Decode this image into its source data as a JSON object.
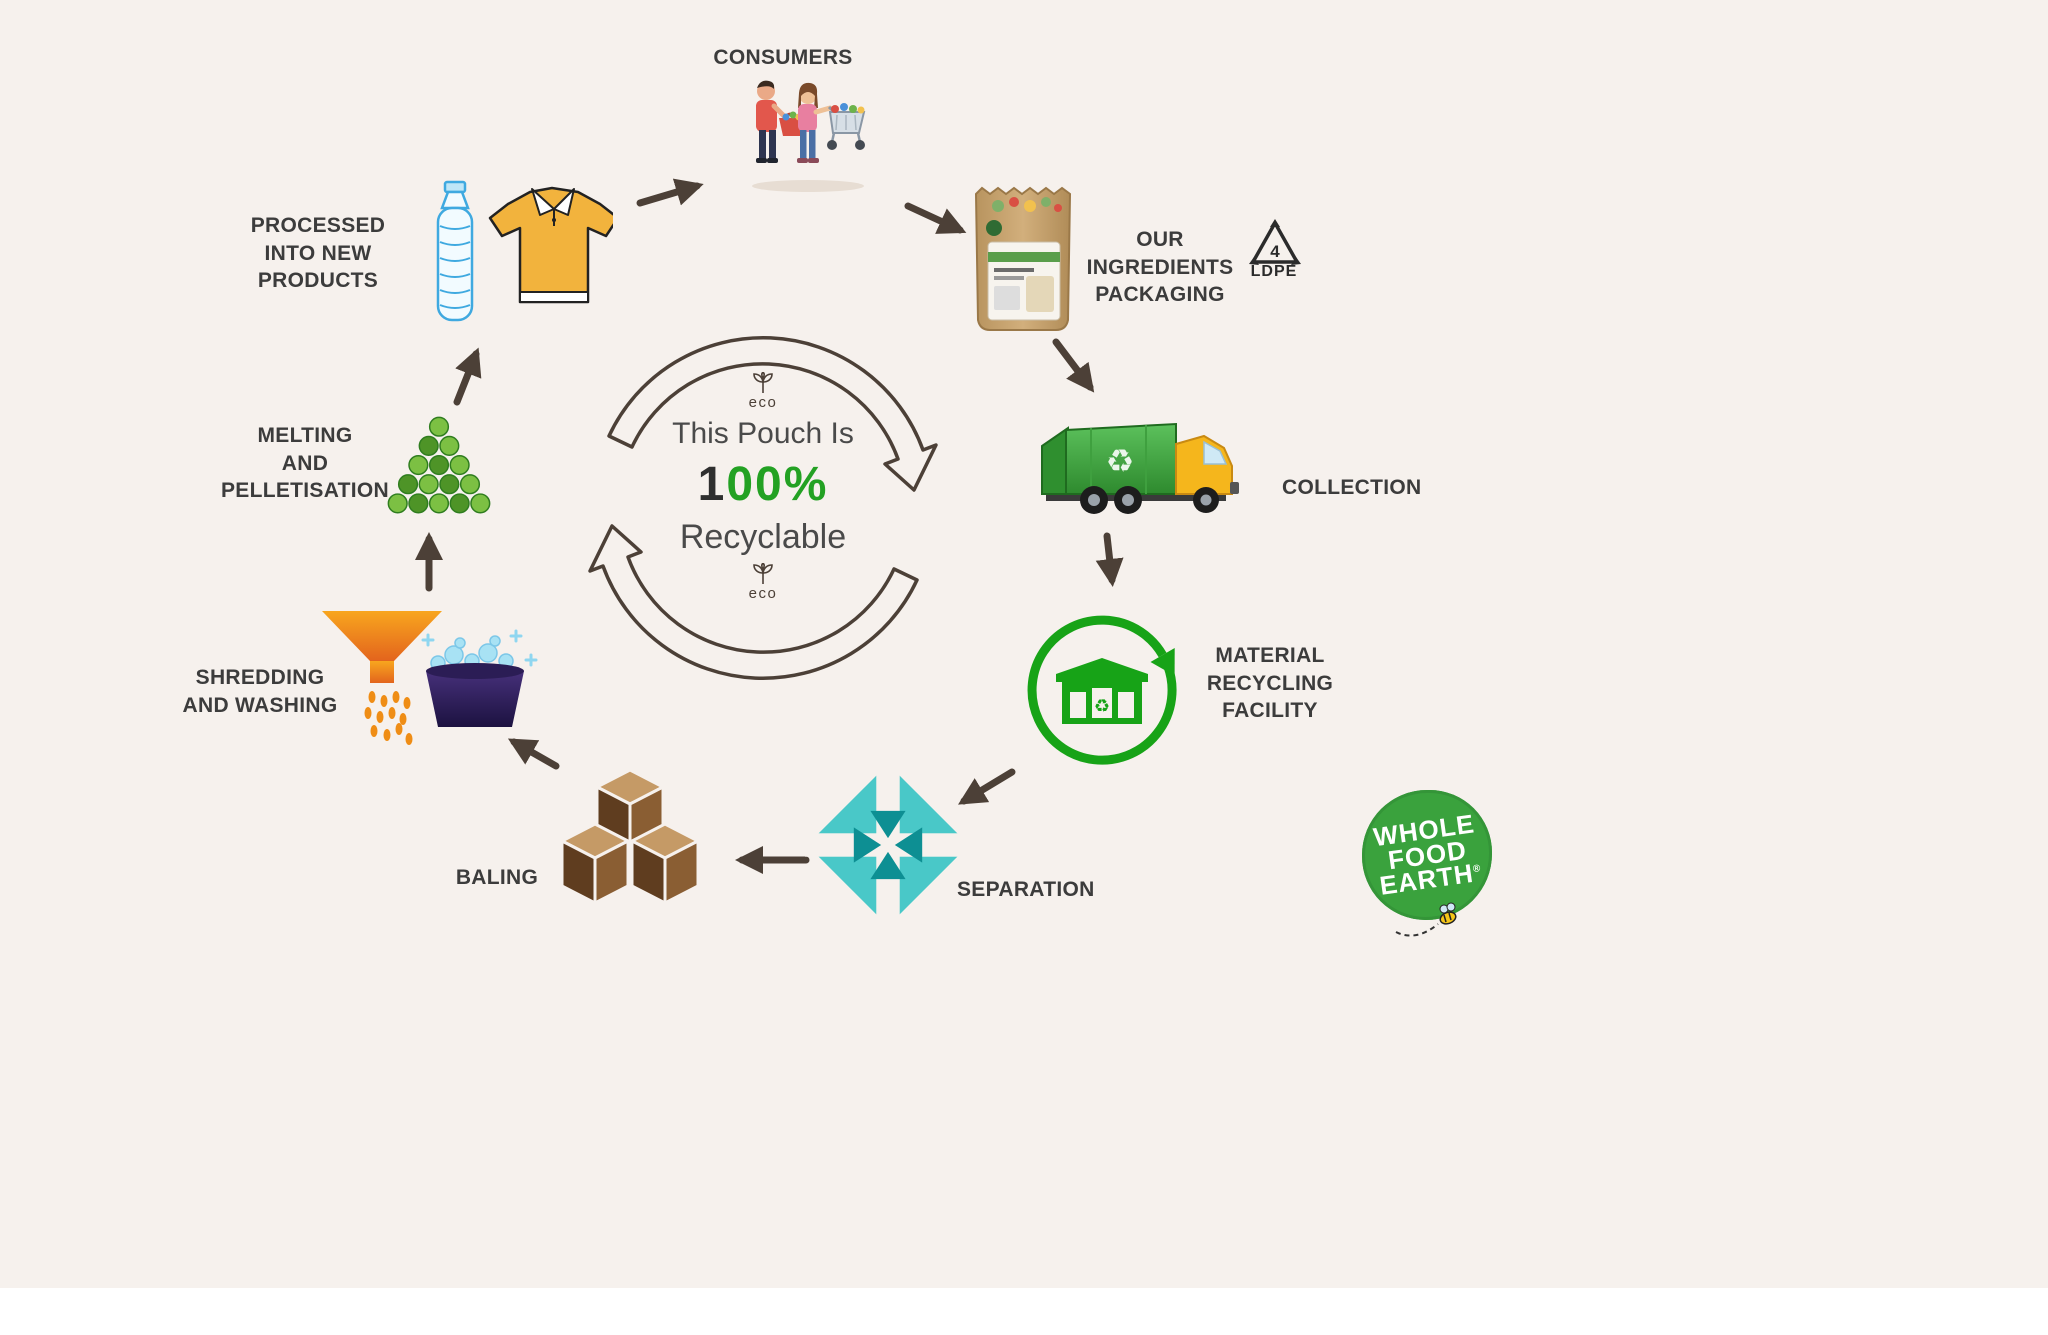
{
  "title": "This Pouch Is 100% Recyclable - packaging recycling cycle diagram",
  "colors": {
    "background": "#f6f1ed",
    "label_text": "#3c3c3c",
    "arrow": "#4c4037",
    "accent_green": "#23a123",
    "teal": "#49c8c8",
    "teal_dark": "#0d8f93",
    "brown": "#5f3d1f",
    "orange": "#ef8d15",
    "truck_green": "#46a546",
    "cab_yellow": "#f5b61c",
    "pouch_kraft": "#c9a875",
    "logo_green": "#3aa23d"
  },
  "center": {
    "eco_top": "eco",
    "line1": "This Pouch Is",
    "pct_1": "1",
    "pct_00": "00",
    "pct_sign": "%",
    "line3": "Recyclable",
    "eco_bottom": "eco"
  },
  "stages": {
    "consumers": {
      "label": "CONSUMERS"
    },
    "packaging": {
      "label": "OUR INGREDIENTS\nPACKAGING",
      "resin_code": "4",
      "resin_label": "LDPE"
    },
    "collection": {
      "label": "COLLECTION"
    },
    "mrf": {
      "label": "MATERIAL\nRECYCLING\nFACILITY"
    },
    "separation": {
      "label": "SEPARATION"
    },
    "baling": {
      "label": "BALING"
    },
    "shredding": {
      "label": "SHREDDING\nAND WASHING"
    },
    "melting": {
      "label": "MELTING\nAND\nPELLETISATION"
    },
    "processed": {
      "label": "PROCESSED\nINTO NEW PRODUCTS"
    }
  },
  "glyphs": {
    "recycle": "♻"
  },
  "logo": {
    "line1": "WHOLE",
    "line2": "FOOD",
    "line3": "EARTH",
    "registered": "®"
  }
}
